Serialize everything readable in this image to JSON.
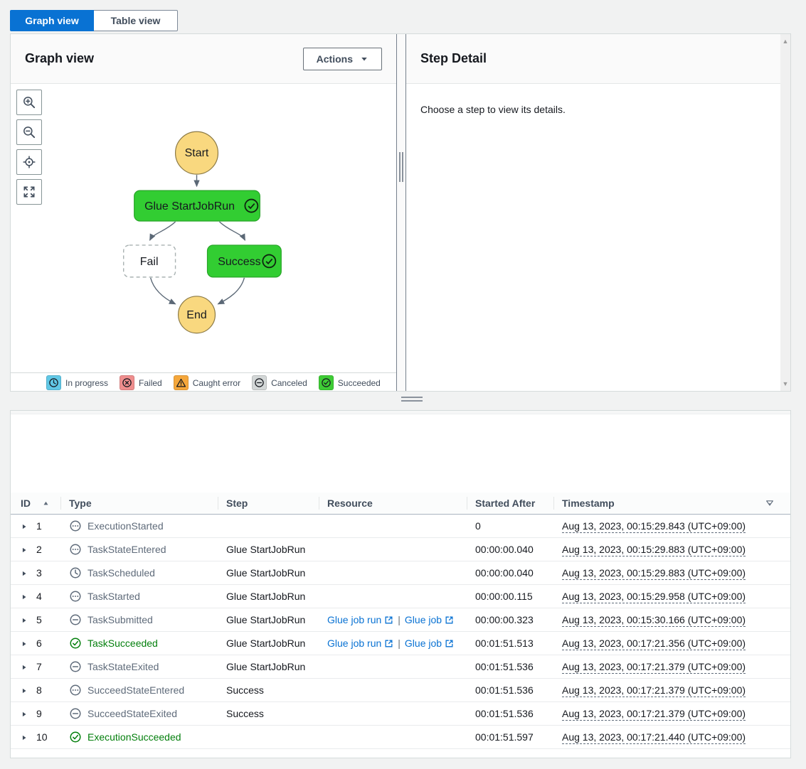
{
  "colors": {
    "accent": "#0972d3",
    "success_text": "#037f0c",
    "node_green": "#32cd32",
    "node_yellow": "#f9d87f",
    "legend_in_progress": "#61c8e6",
    "legend_failed": "#ef8e8e",
    "legend_caught_error": "#f5a73b",
    "legend_canceled": "#d3d7d7",
    "legend_succeeded": "#3ecc35"
  },
  "view_tabs": {
    "graph": "Graph view",
    "table": "Table view"
  },
  "graph_panel": {
    "title": "Graph view",
    "actions_label": "Actions",
    "nodes": {
      "start": "Start",
      "task": "Glue StartJobRun",
      "fail": "Fail",
      "success": "Success",
      "end": "End"
    },
    "legend": [
      {
        "label": "In progress",
        "icon": "clock",
        "color": "#61c8e6"
      },
      {
        "label": "Failed",
        "icon": "x-circle",
        "color": "#ef8e8e"
      },
      {
        "label": "Caught error",
        "icon": "warning",
        "color": "#f5a73b"
      },
      {
        "label": "Canceled",
        "icon": "minus-circle",
        "color": "#d3d7d7"
      },
      {
        "label": "Succeeded",
        "icon": "check-circle",
        "color": "#3ecc35"
      }
    ]
  },
  "step_detail": {
    "title": "Step Detail",
    "empty_message": "Choose a step to view its details."
  },
  "events_table": {
    "columns": [
      "ID",
      "Type",
      "Step",
      "Resource",
      "Started After",
      "Timestamp"
    ],
    "resource_separator": "|",
    "rows": [
      {
        "id": "1",
        "type": "ExecutionStarted",
        "icon": "dots-circle",
        "status": "default",
        "step": "",
        "resource": [],
        "started_after": "0",
        "timestamp": "Aug 13, 2023, 00:15:29.843 (UTC+09:00)"
      },
      {
        "id": "2",
        "type": "TaskStateEntered",
        "icon": "dots-circle",
        "status": "default",
        "step": "Glue StartJobRun",
        "resource": [],
        "started_after": "00:00:00.040",
        "timestamp": "Aug 13, 2023, 00:15:29.883 (UTC+09:00)"
      },
      {
        "id": "3",
        "type": "TaskScheduled",
        "icon": "clock",
        "status": "default",
        "step": "Glue StartJobRun",
        "resource": [],
        "started_after": "00:00:00.040",
        "timestamp": "Aug 13, 2023, 00:15:29.883 (UTC+09:00)"
      },
      {
        "id": "4",
        "type": "TaskStarted",
        "icon": "dots-circle",
        "status": "default",
        "step": "Glue StartJobRun",
        "resource": [],
        "started_after": "00:00:00.115",
        "timestamp": "Aug 13, 2023, 00:15:29.958 (UTC+09:00)"
      },
      {
        "id": "5",
        "type": "TaskSubmitted",
        "icon": "minus-circle",
        "status": "default",
        "step": "Glue StartJobRun",
        "resource": [
          "Glue job run",
          "Glue job"
        ],
        "started_after": "00:00:00.323",
        "timestamp": "Aug 13, 2023, 00:15:30.166 (UTC+09:00)"
      },
      {
        "id": "6",
        "type": "TaskSucceeded",
        "icon": "check-circle",
        "status": "success",
        "step": "Glue StartJobRun",
        "resource": [
          "Glue job run",
          "Glue job"
        ],
        "started_after": "00:01:51.513",
        "timestamp": "Aug 13, 2023, 00:17:21.356 (UTC+09:00)"
      },
      {
        "id": "7",
        "type": "TaskStateExited",
        "icon": "minus-circle",
        "status": "default",
        "step": "Glue StartJobRun",
        "resource": [],
        "started_after": "00:01:51.536",
        "timestamp": "Aug 13, 2023, 00:17:21.379 (UTC+09:00)"
      },
      {
        "id": "8",
        "type": "SucceedStateEntered",
        "icon": "dots-circle",
        "status": "default",
        "step": "Success",
        "resource": [],
        "started_after": "00:01:51.536",
        "timestamp": "Aug 13, 2023, 00:17:21.379 (UTC+09:00)"
      },
      {
        "id": "9",
        "type": "SucceedStateExited",
        "icon": "minus-circle",
        "status": "default",
        "step": "Success",
        "resource": [],
        "started_after": "00:01:51.536",
        "timestamp": "Aug 13, 2023, 00:17:21.379 (UTC+09:00)"
      },
      {
        "id": "10",
        "type": "ExecutionSucceeded",
        "icon": "check-circle",
        "status": "success",
        "step": "",
        "resource": [],
        "started_after": "00:01:51.597",
        "timestamp": "Aug 13, 2023, 00:17:21.440 (UTC+09:00)"
      }
    ]
  }
}
